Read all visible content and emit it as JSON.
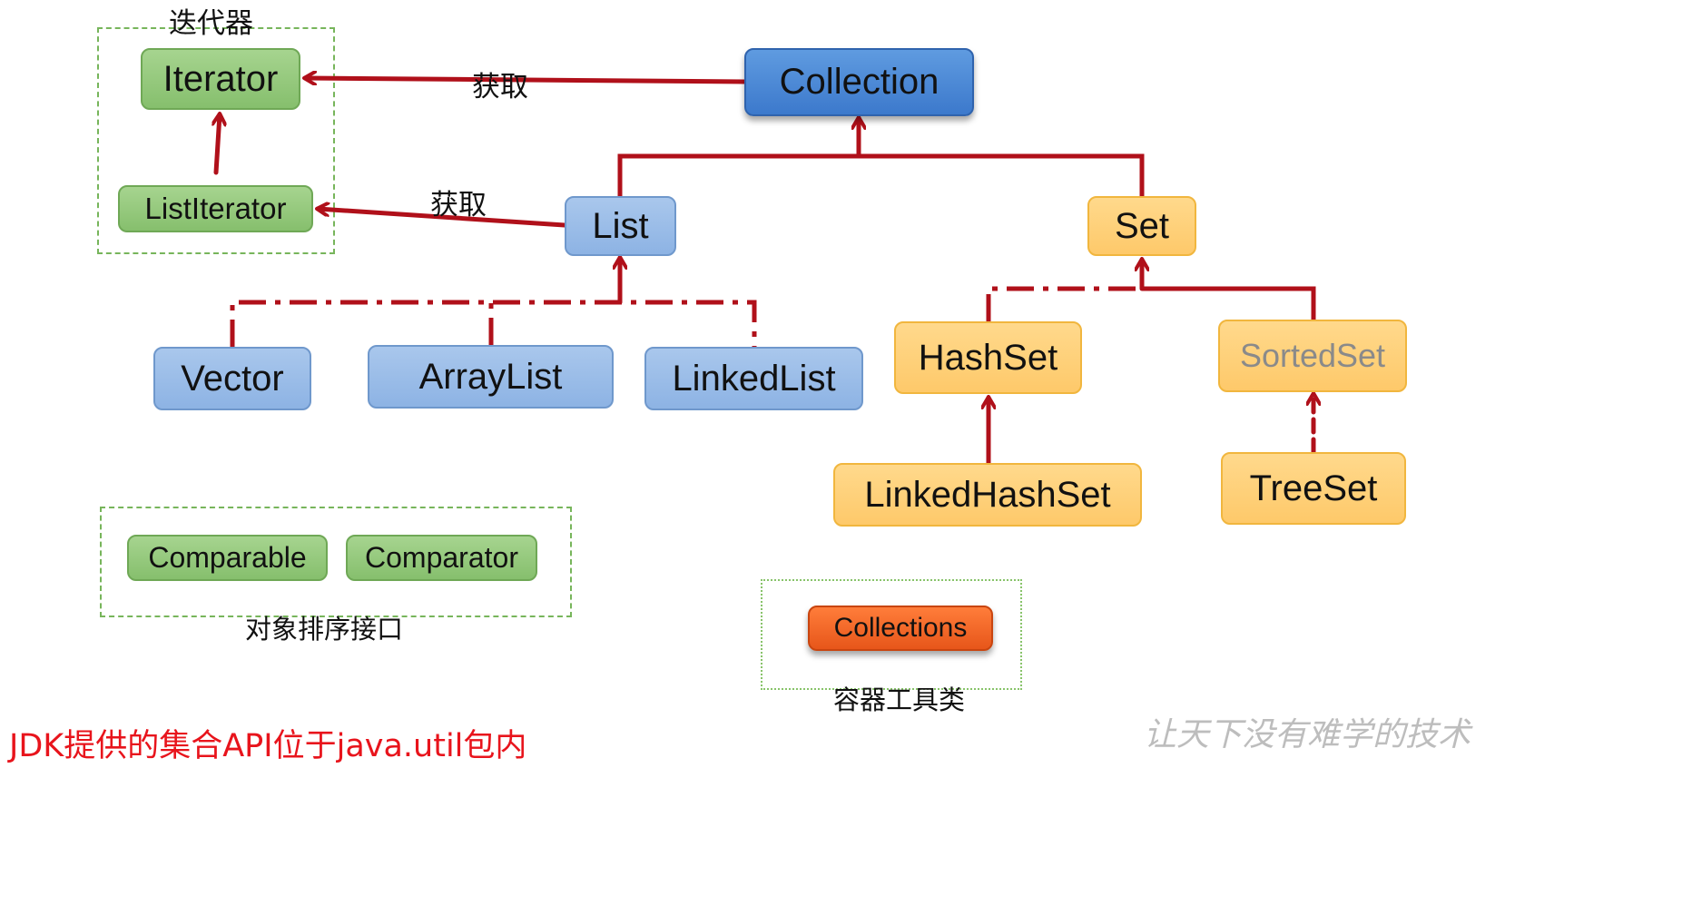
{
  "groups": {
    "iterator_group_label": "迭代器",
    "sorting_group_label": "对象排序接口",
    "utility_group_label": "容器工具类"
  },
  "nodes": {
    "iterator": "Iterator",
    "list_iterator": "ListIterator",
    "collection": "Collection",
    "list": "List",
    "set": "Set",
    "vector": "Vector",
    "array_list": "ArrayList",
    "linked_list": "LinkedList",
    "hash_set": "HashSet",
    "sorted_set": "SortedSet",
    "linked_hash_set": "LinkedHashSet",
    "tree_set": "TreeSet",
    "comparable": "Comparable",
    "comparator": "Comparator",
    "collections": "Collections"
  },
  "edges": {
    "collection_to_iterator_label": "获取",
    "list_to_listiterator_label": "获取"
  },
  "footer": {
    "note": "JDK提供的集合API位于java.util包内",
    "watermark": "让天下没有难学的技术"
  },
  "colors": {
    "arrow": "#b0101a",
    "note": "#e8141c",
    "sorted_set_text": "#8a8a8a"
  }
}
